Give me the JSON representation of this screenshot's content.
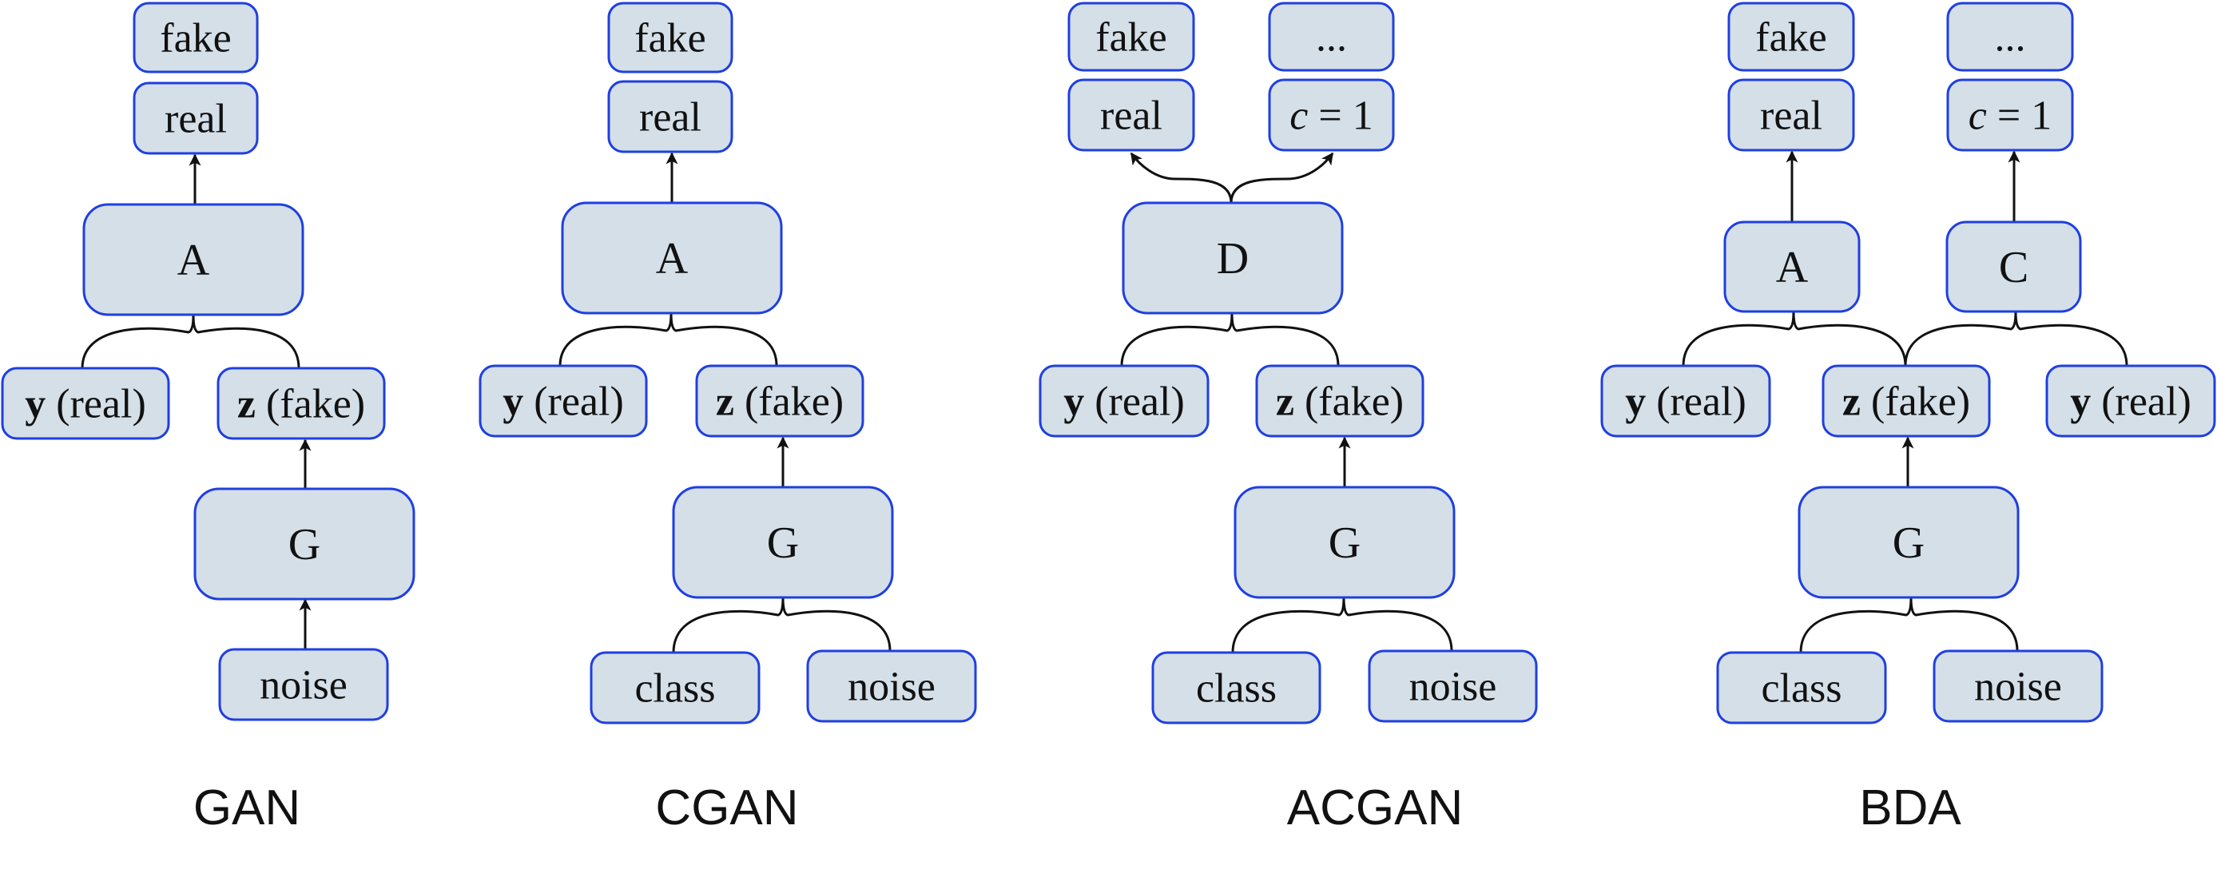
{
  "colors": {
    "node_fill": "#d4dfe8",
    "node_stroke": "#1f3fe0",
    "edge": "#111111",
    "text": "#111111"
  },
  "panels": [
    {
      "id": "gan",
      "caption": "GAN",
      "nodes": {
        "fake": {
          "label": "fake"
        },
        "real": {
          "label": "real"
        },
        "a": {
          "label": "A"
        },
        "y_real": {
          "bold": "y",
          "label": " (real)"
        },
        "z_fake": {
          "bold": "z",
          "label": " (fake)"
        },
        "g": {
          "label": "G"
        },
        "noise": {
          "label": "noise"
        }
      }
    },
    {
      "id": "cgan",
      "caption": "CGAN",
      "nodes": {
        "fake": {
          "label": "fake"
        },
        "real": {
          "label": "real"
        },
        "a": {
          "label": "A"
        },
        "y_real": {
          "bold": "y",
          "label": " (real)"
        },
        "z_fake": {
          "bold": "z",
          "label": " (fake)"
        },
        "g": {
          "label": "G"
        },
        "class": {
          "label": "class"
        },
        "noise": {
          "label": "noise"
        }
      }
    },
    {
      "id": "acgan",
      "caption": "ACGAN",
      "nodes": {
        "fake": {
          "label": "fake"
        },
        "ellipsis": {
          "label": "..."
        },
        "real": {
          "label": "real"
        },
        "c1": {
          "italic": "c",
          "label": " = 1"
        },
        "d": {
          "label": "D"
        },
        "y_real": {
          "bold": "y",
          "label": " (real)"
        },
        "z_fake": {
          "bold": "z",
          "label": " (fake)"
        },
        "g": {
          "label": "G"
        },
        "class": {
          "label": "class"
        },
        "noise": {
          "label": "noise"
        }
      }
    },
    {
      "id": "bda",
      "caption": "BDA",
      "nodes": {
        "fake": {
          "label": "fake"
        },
        "ellipsis": {
          "label": "..."
        },
        "real": {
          "label": "real"
        },
        "c1": {
          "italic": "c",
          "label": " = 1"
        },
        "a": {
          "label": "A"
        },
        "c": {
          "label": "C"
        },
        "y_real_left": {
          "bold": "y",
          "label": " (real)"
        },
        "z_fake": {
          "bold": "z",
          "label": " (fake)"
        },
        "y_real_right": {
          "bold": "y",
          "label": " (real)"
        },
        "g": {
          "label": "G"
        },
        "class": {
          "label": "class"
        },
        "noise": {
          "label": "noise"
        }
      }
    }
  ]
}
